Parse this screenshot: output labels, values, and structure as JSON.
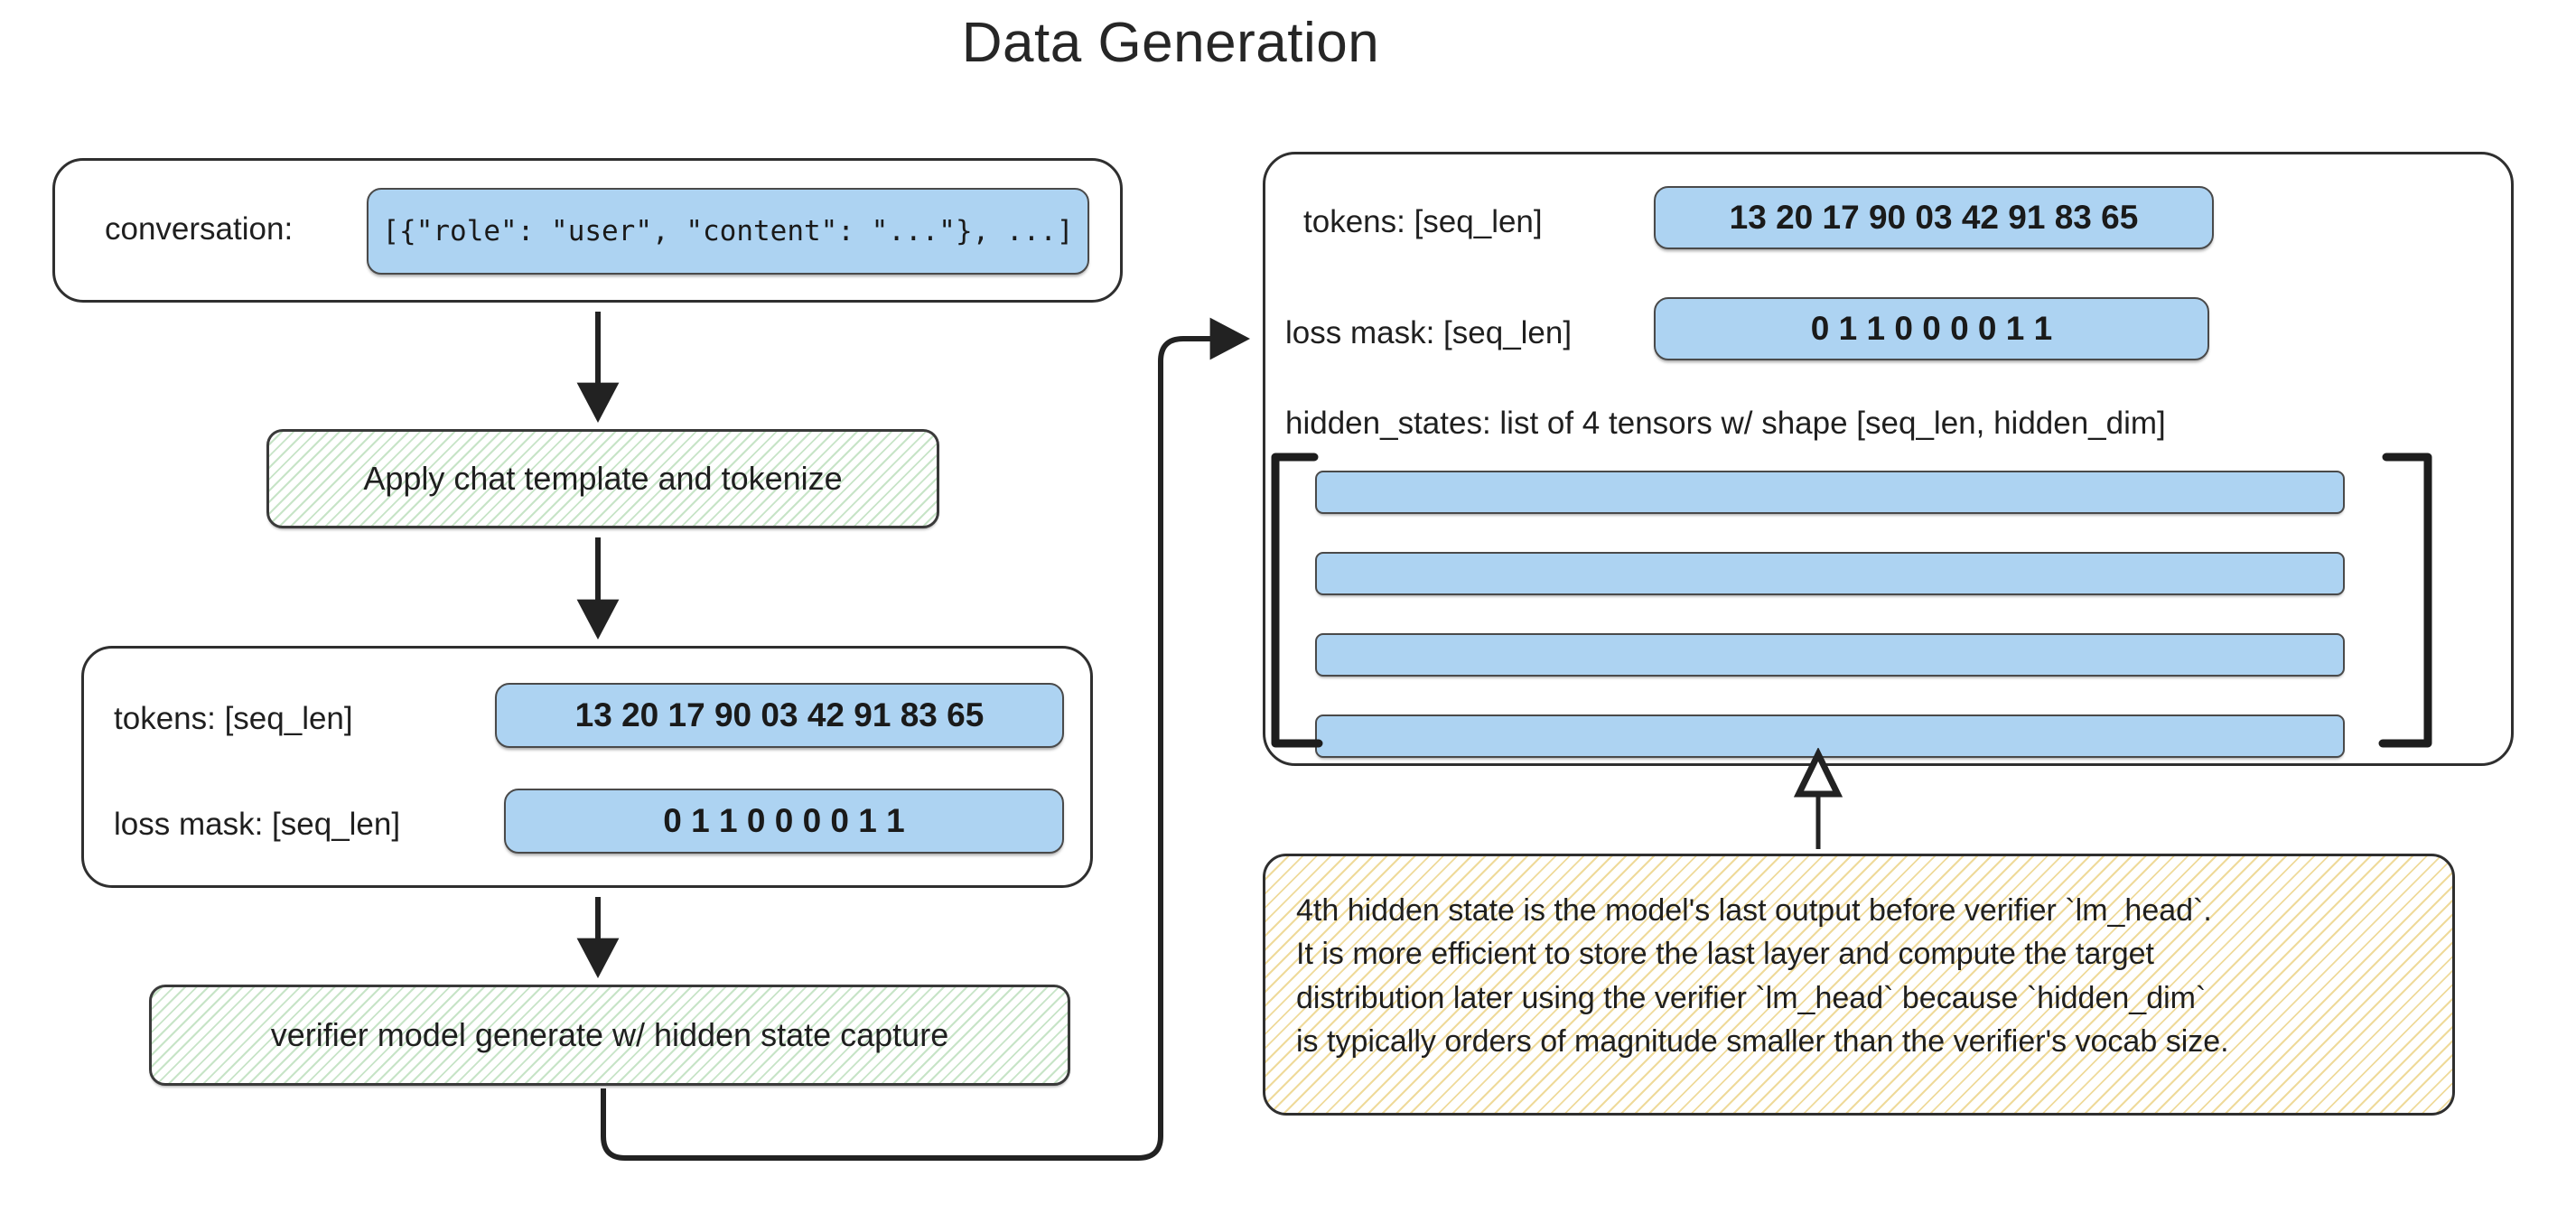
{
  "title": "Data Generation",
  "left_column": {
    "input_box": {
      "label": "conversation:",
      "value": "[{\"role\": \"user\", \"content\": \"...\"}, ...]"
    },
    "step1": {
      "label": "Apply chat template and tokenize"
    },
    "tokens_box": {
      "tokens_label": "tokens: [seq_len]",
      "tokens_value": "13 20 17 90 03 42 91 83 65",
      "loss_mask_label": "loss mask: [seq_len]",
      "loss_mask_value": "0  1  1  0  0  0  0  1  1"
    },
    "step2": {
      "label": "verifier model generate w/ hidden state capture"
    }
  },
  "right_panel": {
    "tokens_label": "tokens: [seq_len]",
    "tokens_value": "13 20 17 90 03 42 91 83 65",
    "loss_mask_label": "loss mask: [seq_len]",
    "loss_mask_value": "0  1  1  0  0  0  0  1  1",
    "hidden_states_label": "hidden_states: list of 4 tensors w/ shape [seq_len, hidden_dim]",
    "hidden_state_count": 4
  },
  "note": {
    "line1": "4th hidden state is the model's last output before verifier `lm_head`.",
    "line2": "It is more efficient to store the last layer and compute the target",
    "line3": "distribution later using the verifier `lm_head` because `hidden_dim`",
    "line4": "is typically orders of magnitude smaller than the verifier's vocab size."
  },
  "colors": {
    "chip_fill": "#ADD3F2",
    "stroke": "#2f2f2f",
    "green_hatch": "#7ABE7A",
    "yellow_hatch": "#E2BC48"
  }
}
